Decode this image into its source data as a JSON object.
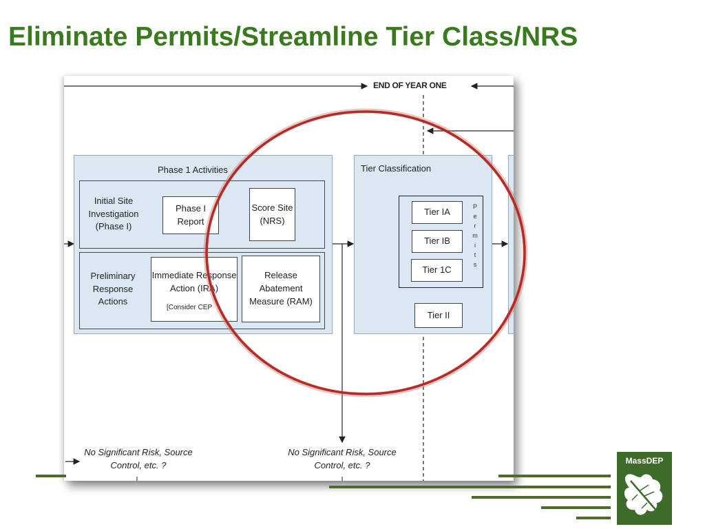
{
  "title": "Eliminate Permits/Streamline Tier Class/NRS",
  "timeline": {
    "end_of_year_one": "END OF YEAR ONE"
  },
  "phase1": {
    "title": "Phase 1 Activities",
    "initial_site": "Initial Site Investigation (Phase I)",
    "phase1_report": "Phase I Report",
    "score_site": "Score Site (NRS)",
    "preliminary": "Preliminary Response Actions",
    "ira": "Immediate Response Action (IRA)",
    "ira_note": "[Consider CEP",
    "ram": "Release Abatement Measure (RAM)"
  },
  "tier": {
    "title": "Tier Classification",
    "tier_ia": "Tier IA",
    "tier_ib": "Tier IB",
    "tier_1c": "Tier 1C",
    "tier_ii": "Tier II",
    "permits_letters": [
      "P",
      "e",
      "r",
      "m",
      "i",
      "t",
      "s"
    ]
  },
  "no_risk_left": "No Significant Risk, Source Control, etc. ?",
  "no_risk_center": "No Significant Risk, Source Control, etc. ?",
  "logo": {
    "text": "MassDEP"
  },
  "colors": {
    "title_green": "#3a7a1e",
    "circle_red": "#b52a25",
    "box_blue": "#dbe8f3",
    "bar_green": "#4e6b2a"
  }
}
